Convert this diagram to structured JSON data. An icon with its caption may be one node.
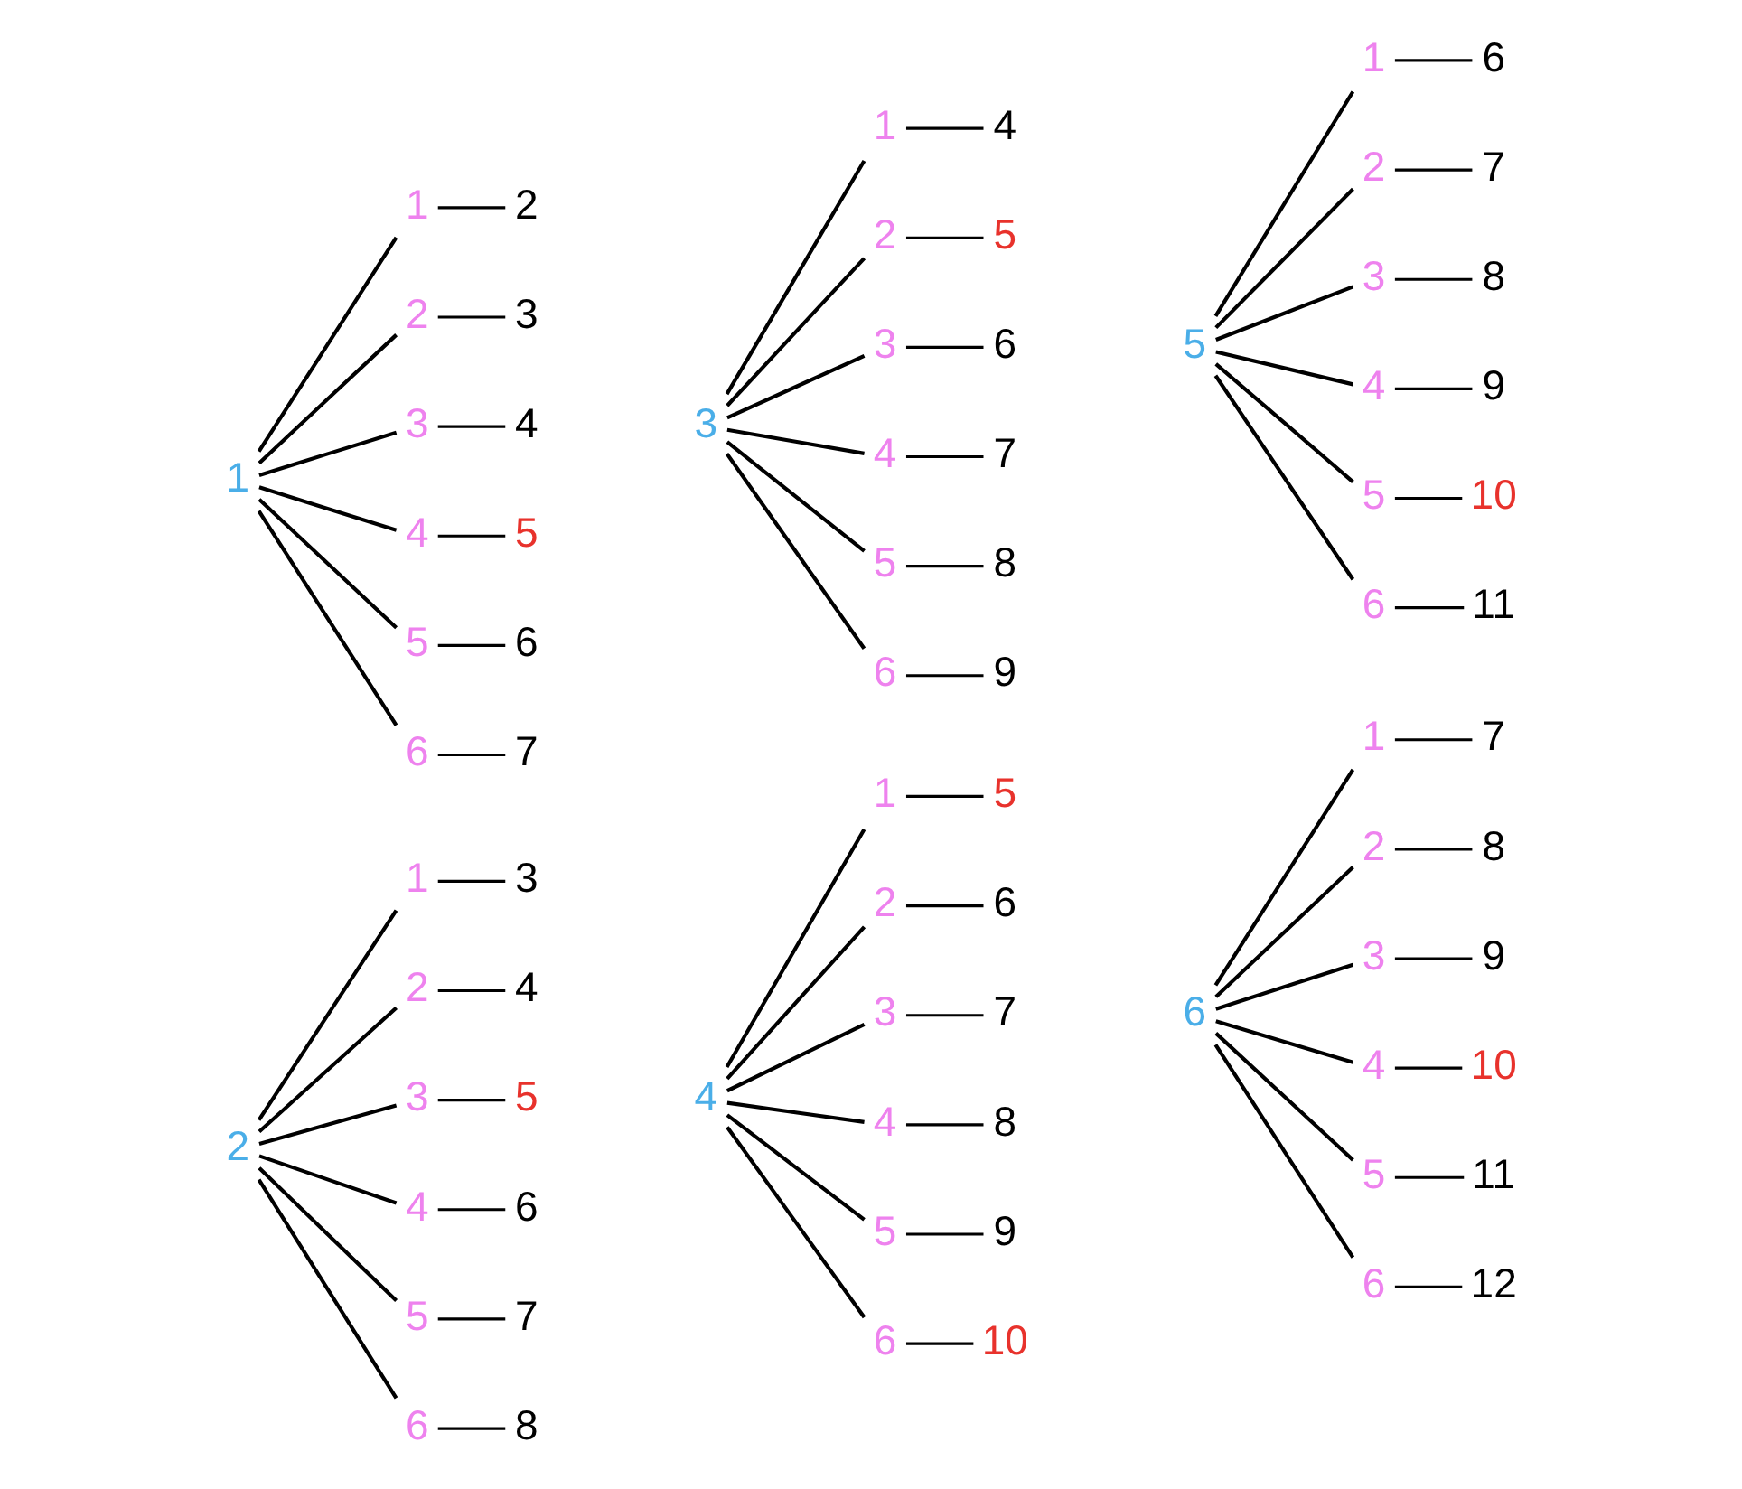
{
  "diagram": {
    "nodes": [
      {
        "text": [
          "1"
        ]
      },
      {
        "text": [
          "1"
        ]
      },
      {
        "text": [
          "2"
        ]
      },
      {
        "text": [
          "2"
        ]
      },
      {
        "text": [
          "3"
        ]
      },
      {
        "text": [
          "3"
        ]
      },
      {
        "text": [
          "4"
        ]
      },
      {
        "text": [
          "4"
        ]
      },
      {
        "text": [
          "5"
        ]
      },
      {
        "text": [
          "5"
        ]
      },
      {
        "text": [
          "6"
        ]
      },
      {
        "text": [
          "6"
        ]
      },
      {
        "text": [
          "7"
        ]
      },
      {
        "text": [
          "3"
        ]
      },
      {
        "text": [
          "1"
        ]
      },
      {
        "text": [
          "4"
        ]
      },
      {
        "text": [
          "2"
        ]
      },
      {
        "text": [
          "5"
        ]
      },
      {
        "text": [
          "3"
        ]
      },
      {
        "text": [
          "6"
        ]
      },
      {
        "text": [
          "4"
        ]
      },
      {
        "text": [
          "7"
        ]
      },
      {
        "text": [
          "5"
        ]
      },
      {
        "text": [
          "8"
        ]
      },
      {
        "text": [
          "6"
        ]
      },
      {
        "text": [
          "9"
        ]
      },
      {
        "text": [
          "5"
        ]
      },
      {
        "text": [
          "1"
        ]
      },
      {
        "text": [
          "6"
        ]
      },
      {
        "text": [
          "2"
        ]
      },
      {
        "text": [
          "7"
        ]
      },
      {
        "text": [
          "3"
        ]
      },
      {
        "text": [
          "8"
        ]
      },
      {
        "text": [
          "4"
        ]
      },
      {
        "text": [
          "9"
        ]
      },
      {
        "text": [
          "5"
        ]
      },
      {
        "text": [
          "10"
        ]
      },
      {
        "text": [
          "6"
        ]
      },
      {
        "text": [
          "11"
        ]
      },
      {
        "text": [
          "2"
        ]
      },
      {
        "text": [
          "1"
        ]
      },
      {
        "text": [
          "3"
        ]
      },
      {
        "text": [
          "2"
        ]
      },
      {
        "text": [
          "4"
        ]
      },
      {
        "text": [
          "3"
        ]
      },
      {
        "text": [
          "5"
        ]
      },
      {
        "text": [
          "4"
        ]
      },
      {
        "text": [
          "6"
        ]
      },
      {
        "text": [
          "5"
        ]
      },
      {
        "text": [
          "7"
        ]
      },
      {
        "text": [
          "6"
        ]
      },
      {
        "text": [
          "8"
        ]
      },
      {
        "text": [
          "4"
        ]
      },
      {
        "text": [
          "1"
        ]
      },
      {
        "text": [
          "5"
        ]
      },
      {
        "text": [
          "2"
        ]
      },
      {
        "text": [
          "6"
        ]
      },
      {
        "text": [
          "3"
        ]
      },
      {
        "text": [
          "7"
        ]
      },
      {
        "text": [
          "4"
        ]
      },
      {
        "text": [
          "8"
        ]
      },
      {
        "text": [
          "5"
        ]
      },
      {
        "text": [
          "9"
        ]
      },
      {
        "text": [
          "6"
        ]
      },
      {
        "text": [
          "10"
        ]
      },
      {
        "text": [
          "6"
        ]
      },
      {
        "text": [
          "1"
        ]
      },
      {
        "text": [
          "7"
        ]
      },
      {
        "text": [
          "2"
        ]
      },
      {
        "text": [
          "8"
        ]
      },
      {
        "text": [
          "3"
        ]
      },
      {
        "text": [
          "9"
        ]
      },
      {
        "text": [
          "4"
        ]
      },
      {
        "text": [
          "10"
        ]
      },
      {
        "text": [
          "5"
        ]
      },
      {
        "text": [
          "11"
        ]
      },
      {
        "text": [
          "6"
        ]
      },
      {
        "text": [
          "12"
        ]
      }
    ],
    "edges": [
      {
        "from": 0,
        "to": 1,
        "arrow": "none"
      },
      {
        "from": 1,
        "to": 2,
        "arrow": "none"
      },
      {
        "from": 0,
        "to": 3,
        "arrow": "none"
      },
      {
        "from": 3,
        "to": 4,
        "arrow": "none"
      },
      {
        "from": 0,
        "to": 5,
        "arrow": "none"
      },
      {
        "from": 5,
        "to": 6,
        "arrow": "none"
      },
      {
        "from": 0,
        "to": 7,
        "arrow": "none"
      },
      {
        "from": 7,
        "to": 8,
        "arrow": "none"
      },
      {
        "from": 0,
        "to": 9,
        "arrow": "none"
      },
      {
        "from": 9,
        "to": 10,
        "arrow": "none"
      },
      {
        "from": 0,
        "to": 11,
        "arrow": "none"
      },
      {
        "from": 11,
        "to": 12,
        "arrow": "none"
      },
      {
        "from": 13,
        "to": 14,
        "arrow": "none"
      },
      {
        "from": 14,
        "to": 15,
        "arrow": "none"
      },
      {
        "from": 13,
        "to": 16,
        "arrow": "none"
      },
      {
        "from": 16,
        "to": 17,
        "arrow": "none"
      },
      {
        "from": 13,
        "to": 18,
        "arrow": "none"
      },
      {
        "from": 18,
        "to": 19,
        "arrow": "none"
      },
      {
        "from": 13,
        "to": 20,
        "arrow": "none"
      },
      {
        "from": 20,
        "to": 21,
        "arrow": "none"
      },
      {
        "from": 13,
        "to": 22,
        "arrow": "none"
      },
      {
        "from": 22,
        "to": 23,
        "arrow": "none"
      },
      {
        "from": 13,
        "to": 24,
        "arrow": "none"
      },
      {
        "from": 24,
        "to": 25,
        "arrow": "none"
      },
      {
        "from": 26,
        "to": 27,
        "arrow": "none"
      },
      {
        "from": 27,
        "to": 28,
        "arrow": "none"
      },
      {
        "from": 26,
        "to": 29,
        "arrow": "none"
      },
      {
        "from": 29,
        "to": 30,
        "arrow": "none"
      },
      {
        "from": 26,
        "to": 31,
        "arrow": "none"
      },
      {
        "from": 31,
        "to": 32,
        "arrow": "none"
      },
      {
        "from": 26,
        "to": 33,
        "arrow": "none"
      },
      {
        "from": 33,
        "to": 34,
        "arrow": "none"
      },
      {
        "from": 26,
        "to": 35,
        "arrow": "none"
      },
      {
        "from": 35,
        "to": 36,
        "arrow": "none"
      },
      {
        "from": 26,
        "to": 37,
        "arrow": "none"
      },
      {
        "from": 37,
        "to": 38,
        "arrow": "none"
      },
      {
        "from": 39,
        "to": 40,
        "arrow": "none"
      },
      {
        "from": 40,
        "to": 41,
        "arrow": "none"
      },
      {
        "from": 39,
        "to": 42,
        "arrow": "none"
      },
      {
        "from": 42,
        "to": 43,
        "arrow": "none"
      },
      {
        "from": 39,
        "to": 44,
        "arrow": "none"
      },
      {
        "from": 44,
        "to": 45,
        "arrow": "none"
      },
      {
        "from": 39,
        "to": 46,
        "arrow": "none"
      },
      {
        "from": 46,
        "to": 47,
        "arrow": "none"
      },
      {
        "from": 39,
        "to": 48,
        "arrow": "none"
      },
      {
        "from": 48,
        "to": 49,
        "arrow": "none"
      },
      {
        "from": 39,
        "to": 50,
        "arrow": "none"
      },
      {
        "from": 50,
        "to": 51,
        "arrow": "none"
      },
      {
        "from": 52,
        "to": 53,
        "arrow": "none"
      },
      {
        "from": 53,
        "to": 54,
        "arrow": "none"
      },
      {
        "from": 52,
        "to": 55,
        "arrow": "none"
      },
      {
        "from": 55,
        "to": 56,
        "arrow": "none"
      },
      {
        "from": 52,
        "to": 57,
        "arrow": "none"
      },
      {
        "from": 57,
        "to": 58,
        "arrow": "none"
      },
      {
        "from": 52,
        "to": 59,
        "arrow": "none"
      },
      {
        "from": 59,
        "to": 60,
        "arrow": "none"
      },
      {
        "from": 52,
        "to": 61,
        "arrow": "none"
      },
      {
        "from": 61,
        "to": 62,
        "arrow": "none"
      },
      {
        "from": 52,
        "to": 63,
        "arrow": "none"
      },
      {
        "from": 63,
        "to": 64,
        "arrow": "none"
      },
      {
        "from": 65,
        "to": 66,
        "arrow": "none"
      },
      {
        "from": 66,
        "to": 67,
        "arrow": "none"
      },
      {
        "from": 65,
        "to": 68,
        "arrow": "none"
      },
      {
        "from": 68,
        "to": 69,
        "arrow": "none"
      },
      {
        "from": 65,
        "to": 70,
        "arrow": "none"
      },
      {
        "from": 70,
        "to": 71,
        "arrow": "none"
      },
      {
        "from": 65,
        "to": 72,
        "arrow": "none"
      },
      {
        "from": 72,
        "to": 73,
        "arrow": "none"
      },
      {
        "from": 65,
        "to": 74,
        "arrow": "none"
      },
      {
        "from": 74,
        "to": 75,
        "arrow": "none"
      },
      {
        "from": 65,
        "to": 76,
        "arrow": "none"
      },
      {
        "from": 76,
        "to": 77,
        "arrow": "none"
      }
    ]
  }
}
